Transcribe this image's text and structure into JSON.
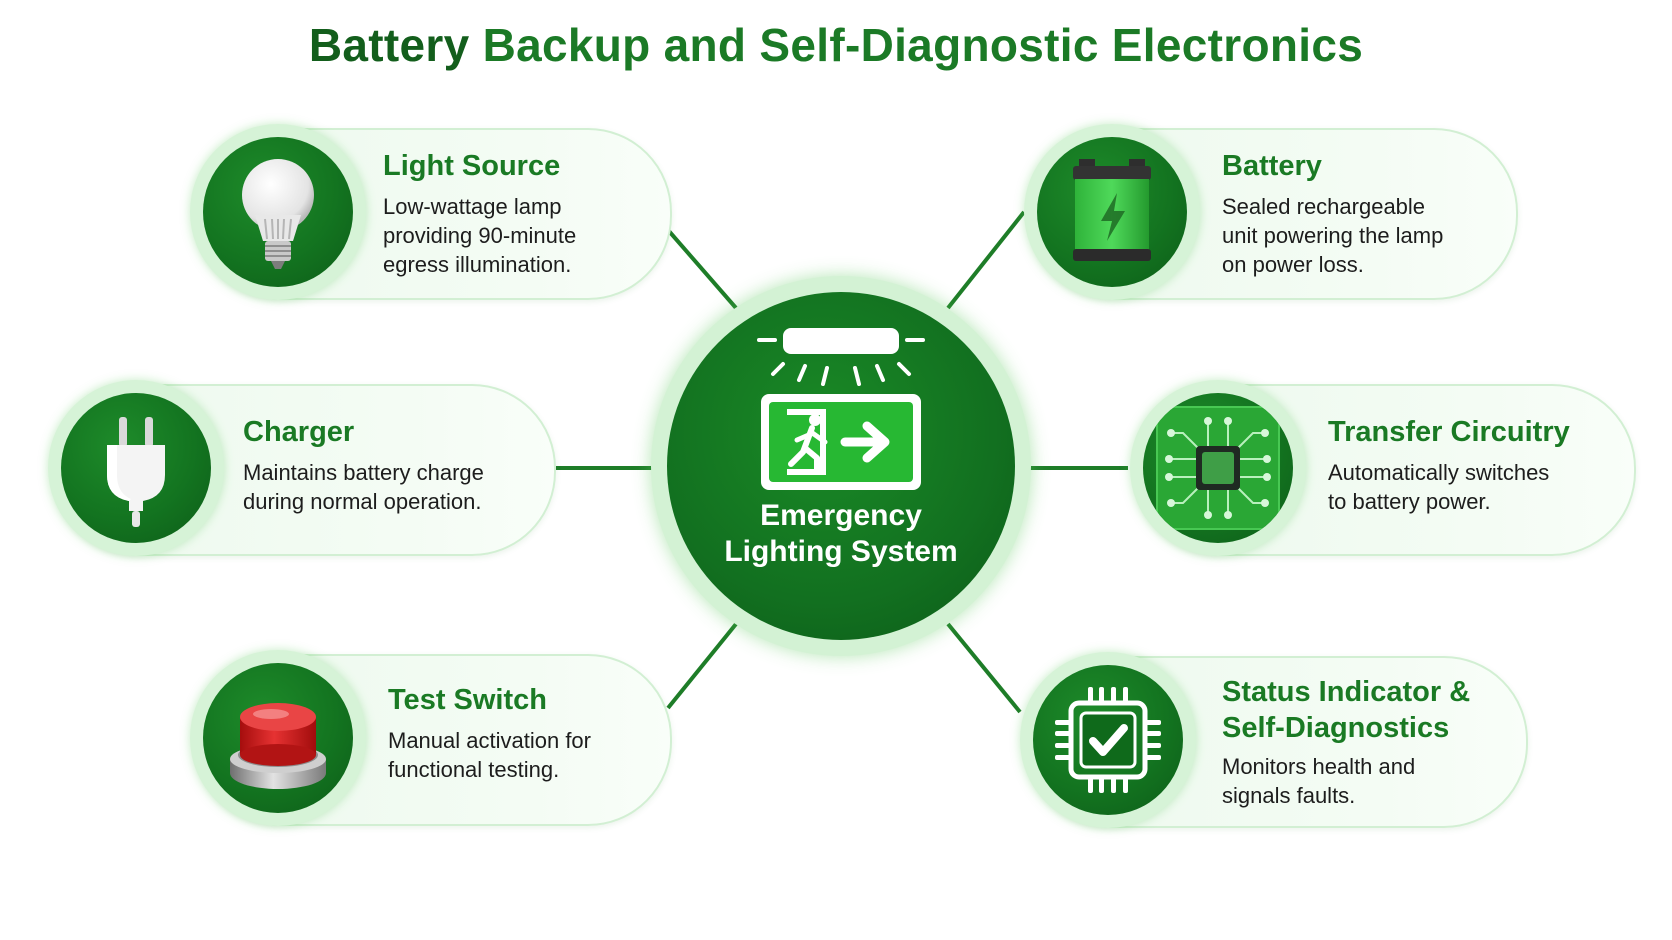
{
  "title": {
    "part1": "Battery",
    "part2": "Backup and Self-Diagnostic Electronics"
  },
  "hub": {
    "label": "Emergency\nLighting System",
    "icon": "emergency-exit-sign-icon"
  },
  "colors": {
    "primary_green": "#137420",
    "title_green": "#1b7a26",
    "card_background": "#edf9ee",
    "ring_green": "#d6f3d7"
  },
  "components": {
    "light_source": {
      "title": "Light Source",
      "description": "Low-wattage lamp\nproviding 90-minute\negress illumination.",
      "icon": "light-bulb-icon"
    },
    "battery": {
      "title": "Battery",
      "description": "Sealed rechargeable\nunit powering the lamp\non power loss.",
      "icon": "battery-icon"
    },
    "charger": {
      "title": "Charger",
      "description": "Maintains battery charge\nduring normal operation.",
      "icon": "power-plug-icon"
    },
    "transfer_circuitry": {
      "title": "Transfer Circuitry",
      "description": "Automatically switches\nto battery power.",
      "icon": "circuit-board-icon"
    },
    "test_switch": {
      "title": "Test Switch",
      "description": "Manual activation for\nfunctional testing.",
      "icon": "push-button-icon"
    },
    "status_indicator": {
      "title": "Status Indicator &\nSelf-Diagnostics",
      "description": "Monitors health and\nsignals faults.",
      "icon": "chip-checkmark-icon"
    }
  }
}
